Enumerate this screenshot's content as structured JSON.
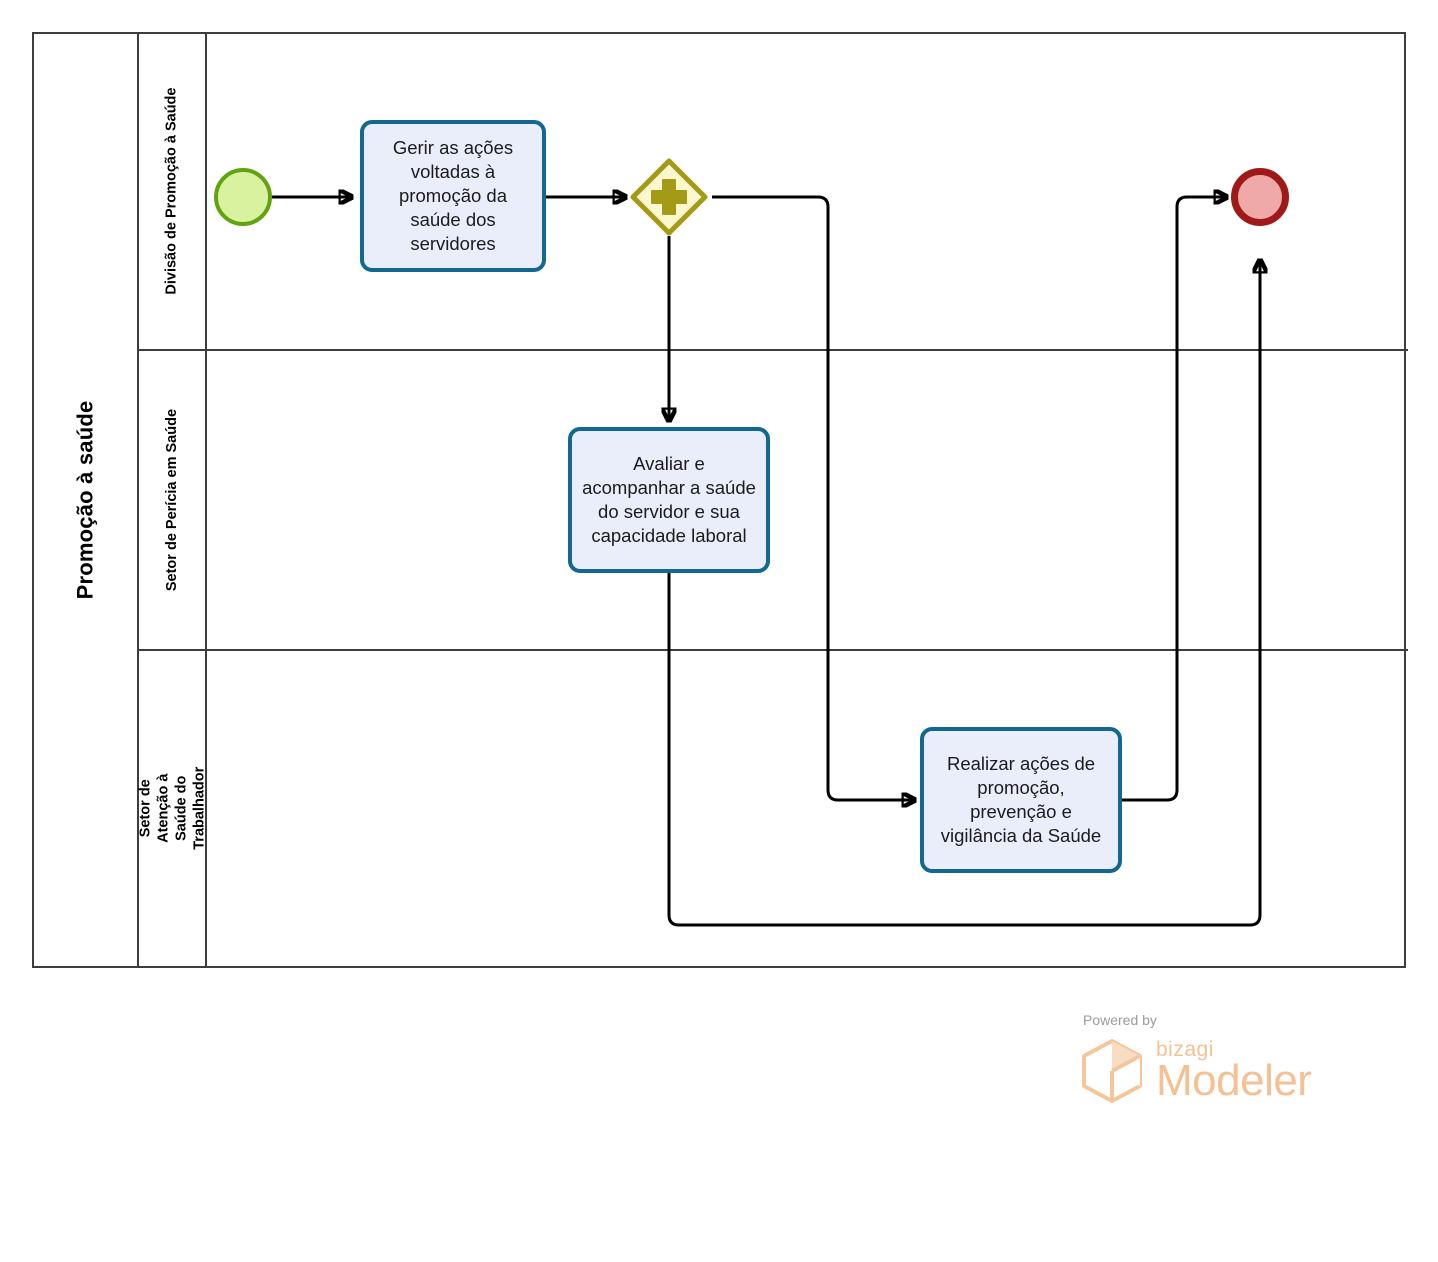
{
  "pool": {
    "title": "Promoção à saúde",
    "lanes": [
      {
        "id": "lane-divisao",
        "label": "Divisão de Promoção à Saúde"
      },
      {
        "id": "lane-pericia",
        "label": "Setor de Perícia em Saúde"
      },
      {
        "id": "lane-atencao",
        "label": "Setor de Atenção à Saúde do Trabalhador"
      }
    ]
  },
  "nodes": {
    "start_event": {
      "name": "start-event",
      "type": "start-event",
      "label": ""
    },
    "task1": {
      "name": "task-gerir-acoes",
      "label": "Gerir as ações voltadas à promoção da saúde dos servidores"
    },
    "gateway": {
      "name": "parallel-gateway",
      "type": "parallel-gateway",
      "symbol": "plus",
      "label": ""
    },
    "task2": {
      "name": "task-avaliar-acompanhar",
      "label": "Avaliar e acompanhar a saúde do servidor e sua capacidade laboral"
    },
    "task3": {
      "name": "task-realizar-acoes",
      "label": "Realizar ações de promoção, prevenção e vigilância da Saúde"
    },
    "end_event": {
      "name": "end-event",
      "type": "end-event",
      "label": ""
    }
  },
  "colors": {
    "start_fill": "#d9f29f",
    "start_stroke": "#62a312",
    "end_fill": "#f0a9a9",
    "end_stroke": "#a01919",
    "task_fill": "#eaeefb",
    "task_stroke": "#12688f",
    "gateway_fill": "#fbf8cf",
    "gateway_stroke": "#a39a16",
    "gateway_symbol": "#a39a16",
    "pool_stroke": "#3d3d3d",
    "flow_stroke": "#000000",
    "brand_orange": "#f5c093",
    "brand_gray": "#9b9b9b"
  },
  "branding": {
    "powered_by": "Powered by",
    "product_small": "bizagi",
    "product_large": "Modeler"
  }
}
